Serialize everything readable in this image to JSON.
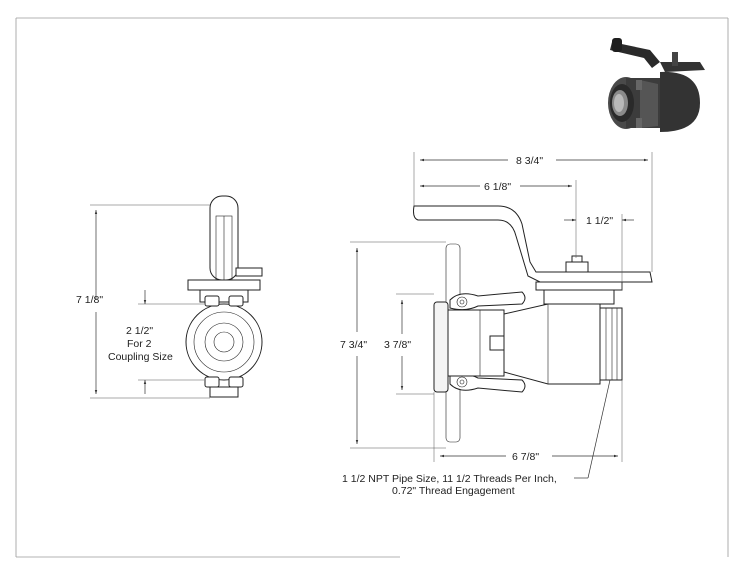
{
  "dimensions": {
    "overall_length": "8 3/4\"",
    "handle_length": "6 1/8\"",
    "handle_offset": "1 1/2\"",
    "end_height": "7 1/8\"",
    "side_height": "7 3/4\"",
    "body_height": "3 7/8\"",
    "body_length": "6 7/8\""
  },
  "coupling_note": {
    "line1": "2 1/2\"",
    "line2": "For 2",
    "line3": "Coupling Size"
  },
  "thread_note": {
    "line1": "1 1/2 NPT Pipe Size, 11 1/2 Threads Per Inch,",
    "line2": "0.72\" Thread Engagement"
  },
  "colors": {
    "line": "#222222",
    "frame": "#9a9a9a",
    "render_body": "#3c3c3c",
    "render_handle": "#2a2a2a"
  }
}
